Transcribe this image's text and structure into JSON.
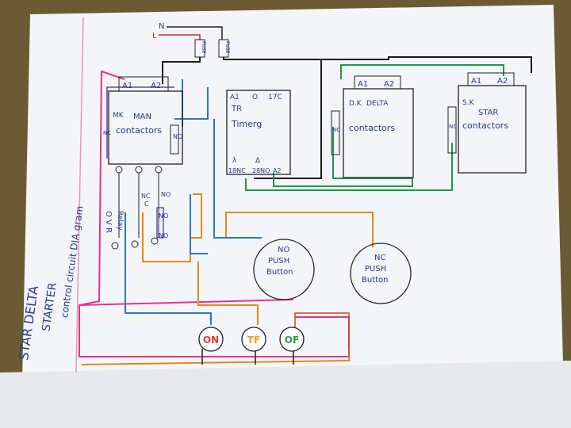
{
  "supply": {
    "neutral": "N",
    "line": "L",
    "fuse1": "FUSE",
    "fuse2": "FUSE"
  },
  "title": {
    "line1": "STAR DELTA",
    "line2": "STARTER",
    "line3": "control circuit DIA gram"
  },
  "main_contactor": {
    "a1": "A1",
    "a2": "A2",
    "tag": "MK",
    "name": "MAN",
    "name2": "contactors",
    "nc": "NC",
    "no": "NO"
  },
  "timer": {
    "a1": "A1",
    "o": "O",
    "t17c": "17C",
    "tag": "TR",
    "name": "Timerg",
    "lambda": "λ",
    "delta": "Δ",
    "nc18": "18NC",
    "no28": "28NO",
    "a2": "A2"
  },
  "delta_contactor": {
    "a1": "A1",
    "a2": "A2",
    "tag": "D.K",
    "name": "DELTA",
    "name2": "contactors",
    "nc": "NC"
  },
  "star_contactor": {
    "a1": "A1",
    "a2": "A2",
    "tag": "S.K",
    "name": "STAR",
    "name2": "contactors",
    "nc": "NC"
  },
  "ovr_relay": {
    "text": "O V R",
    "text2": "Relay",
    "nc": "NC",
    "c": "C",
    "no1": "NO",
    "no2": "NO",
    "no3": "NO"
  },
  "no_button": {
    "l1": "NO",
    "l2": "PUSH",
    "l3": "Button"
  },
  "nc_button": {
    "l1": "NC",
    "l2": "PUSH",
    "l3": "Button"
  },
  "lamps": [
    {
      "label": "ON",
      "color": "#e53935"
    },
    {
      "label": "TF",
      "color": "#f0a020"
    },
    {
      "label": "OF",
      "color": "#2e9a3a"
    }
  ],
  "wire_colors": {
    "pink": "#e8328a",
    "orange": "#e08a1e",
    "green": "#1a9a4a",
    "blue": "#2a7ab8",
    "black": "#1a1a1a"
  }
}
